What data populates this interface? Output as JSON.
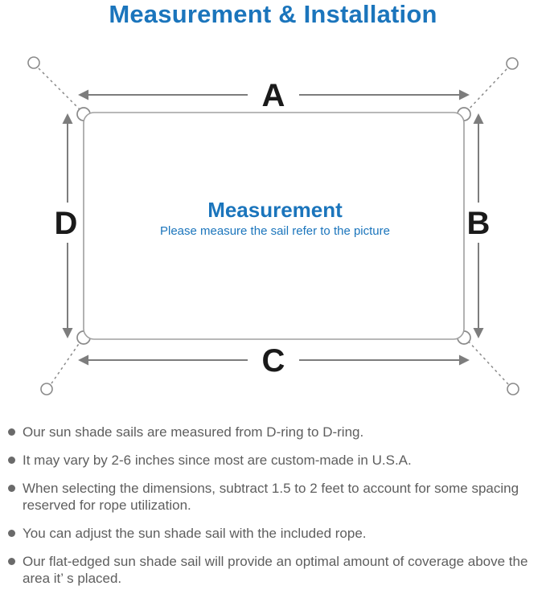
{
  "title": "Measurement & Installation",
  "diagram": {
    "center_title": "Measurement",
    "center_subtitle": "Please measure the sail refer to the picture",
    "dimension_labels": {
      "top": "A",
      "right": "B",
      "bottom": "C",
      "left": "D"
    },
    "colors": {
      "accent_blue": "#1b75bc",
      "dimension_line_gray": "#7d7d7d",
      "sail_outline_gray": "#a0a0a0",
      "label_black": "#1a1a1a",
      "note_text_gray": "#5e5e5e"
    }
  },
  "notes": {
    "items": [
      "Our sun shade sails are measured from D-ring to D-ring.",
      "It may vary by 2-6 inches since most are custom-made in U.S.A.",
      "When selecting the dimensions, subtract 1.5 to 2 feet to account for some spacing reserved for rope utilization.",
      "You can adjust the sun shade sail with the included rope.",
      "Our flat-edged sun shade sail will provide an optimal amount of coverage above the area it’ s placed."
    ]
  }
}
